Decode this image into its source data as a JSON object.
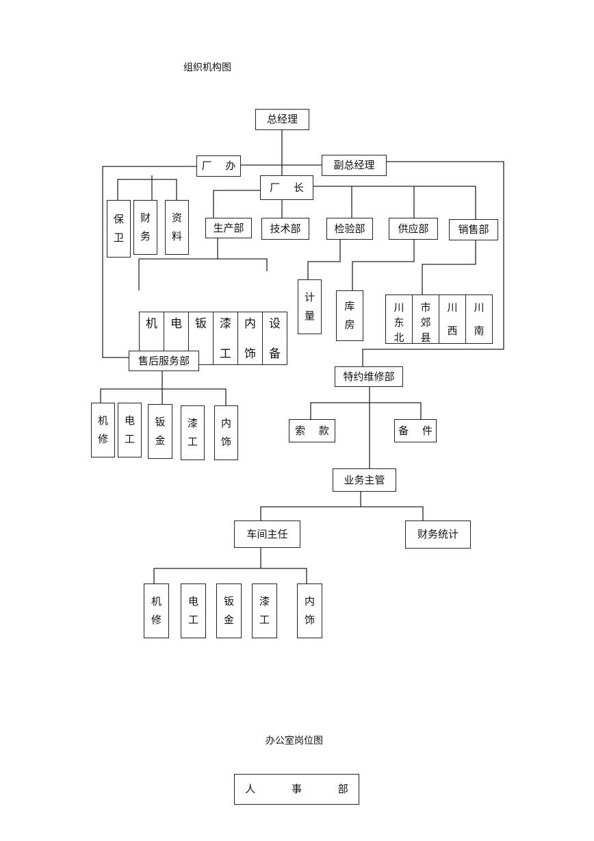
{
  "doc": {
    "title": "组织机构图",
    "subtitle": "办公室岗位图"
  },
  "org": {
    "gm": "总经理",
    "factory_office": "厂  办",
    "deputy_gm": "副总经理",
    "factory_director": "厂  长",
    "office_depts": [
      [
        "保",
        "卫"
      ],
      [
        "财",
        "务"
      ],
      [
        "资",
        "料"
      ]
    ],
    "depts": [
      "生产部",
      "技术部",
      "检验部",
      "供应部",
      "销售部"
    ],
    "production_workshops": [
      [
        "机",
        ""
      ],
      [
        "电",
        ""
      ],
      [
        "钣",
        ""
      ],
      [
        "漆",
        "工"
      ],
      [
        "内",
        "饰"
      ],
      [
        "设",
        "备"
      ]
    ],
    "inspection_sub": [
      "计",
      "量"
    ],
    "supply_sub": [
      "库",
      "房"
    ],
    "sales_regions": [
      [
        "川",
        "东",
        "北"
      ],
      [
        "市",
        "郊",
        "县"
      ],
      [
        "川",
        "",
        "西"
      ],
      [
        "川",
        "",
        "南"
      ]
    ],
    "after_sales": "售后服务部",
    "after_sales_teams": [
      [
        "机",
        "修"
      ],
      [
        "电",
        "工"
      ],
      [
        "钣",
        "金"
      ],
      [
        "漆",
        "工"
      ],
      [
        "内",
        "饰"
      ]
    ],
    "special_repair": "特约维修部",
    "collection": "索  款",
    "spare_parts": "备 件",
    "business_supervisor": "业务主管",
    "workshop_director": "车间主任",
    "finance_stats": "财务统计",
    "workshop_teams": [
      [
        "机",
        "修"
      ],
      [
        "电",
        "工"
      ],
      [
        "钣",
        "金"
      ],
      [
        "漆",
        "工"
      ],
      [
        "内",
        "饰"
      ]
    ]
  },
  "office": {
    "hr": "人 事 部"
  }
}
